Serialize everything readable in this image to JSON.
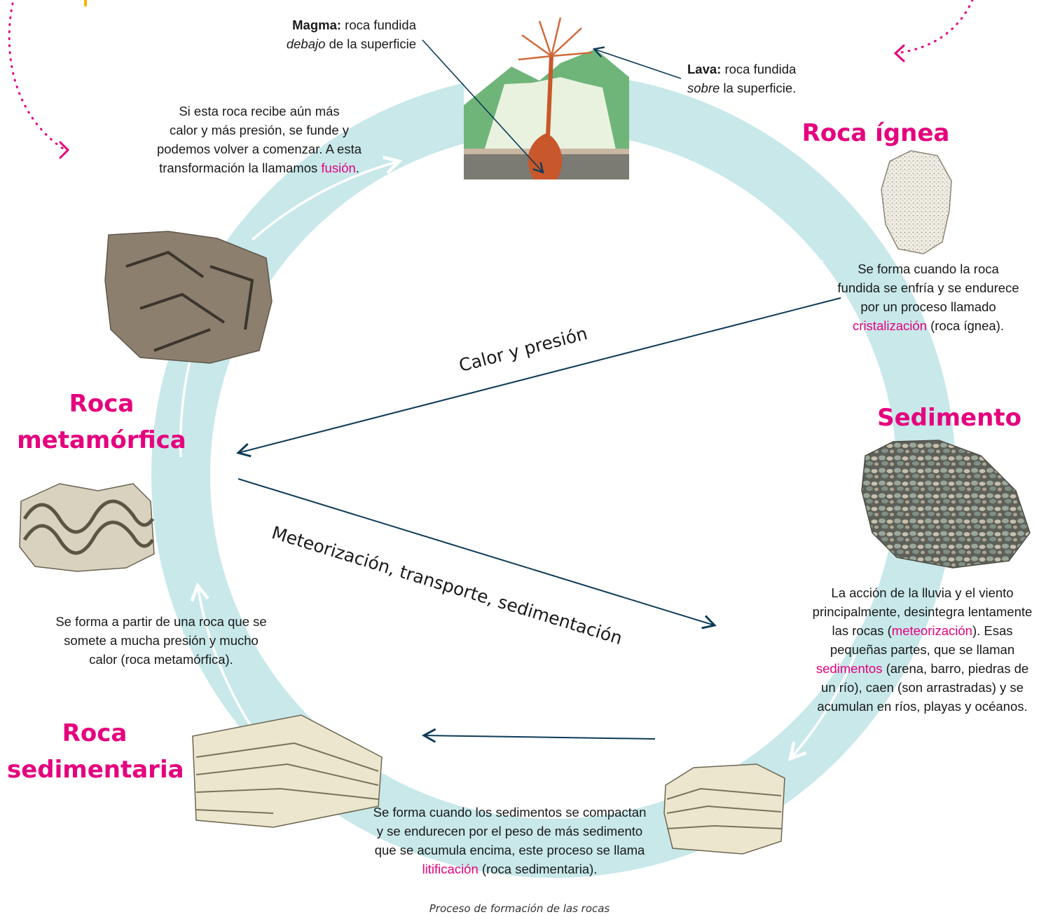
{
  "magma": {
    "label": "Magma:",
    "line1": "roca fundida",
    "word_below": "debajo",
    "line2_rest": "de la superficie"
  },
  "lava": {
    "label": "Lava:",
    "line1": "roca fundida",
    "word_above": "sobre",
    "line2_rest": "la superficie."
  },
  "fusion_text": {
    "l1": "Si esta roca recibe aún más",
    "l2": "calor y más presión, se funde y",
    "l3": "podemos volver a comenzar. A esta",
    "l4": "transformación la llamamos",
    "term": "fusión",
    "end": "."
  },
  "titles": {
    "ignea": "Roca ígnea",
    "sedimento": "Sedimento",
    "metamorfica_1": "Roca",
    "metamorfica_2": "metamórfica",
    "sedimentaria_1": "Roca",
    "sedimentaria_2": "sedimentaria"
  },
  "ignea_text": {
    "l1": "Se forma cuando la roca",
    "l2": "fundida se enfría y se endurece",
    "l3": "por un proceso llamado",
    "term": "cristalización",
    "rest": "(roca ígnea)."
  },
  "sedimento_text": {
    "l1": "La acción de la lluvia y el viento",
    "l2": "principalmente, desintegra lentamente",
    "l3a": "las rocas (",
    "term1": "meteorización",
    "l3b": "). Esas",
    "l4": "pequeñas partes, que se llaman",
    "term2": "sedimentos",
    "l5b": "(arena, barro, piedras de",
    "l6": "un río), caen (son arrastradas) y se",
    "l7": "acumulan en ríos, playas y océanos."
  },
  "metamorfica_text": {
    "l1": "Se forma a partir de una roca que se",
    "l2": "somete a mucha presión y mucho",
    "l3": "calor (roca metamórfica)."
  },
  "sedimentaria_text": {
    "l1": "Se forma cuando los sedimentos se compactan",
    "l2": "y se endurecen por el peso de más sedimento",
    "l3": "que se acumula encima, este proceso se llama",
    "term": "litificación",
    "rest": "(roca sedimentaria)."
  },
  "arrows": {
    "calor": "Calor y presión",
    "meteorizacion": "Meteorización, transporte, sedimentación"
  },
  "caption": "Proceso de formación de las rocas",
  "colors": {
    "accent": "#e5007e",
    "ring": "#c8e8ea",
    "arrow": "#0d3b57"
  }
}
